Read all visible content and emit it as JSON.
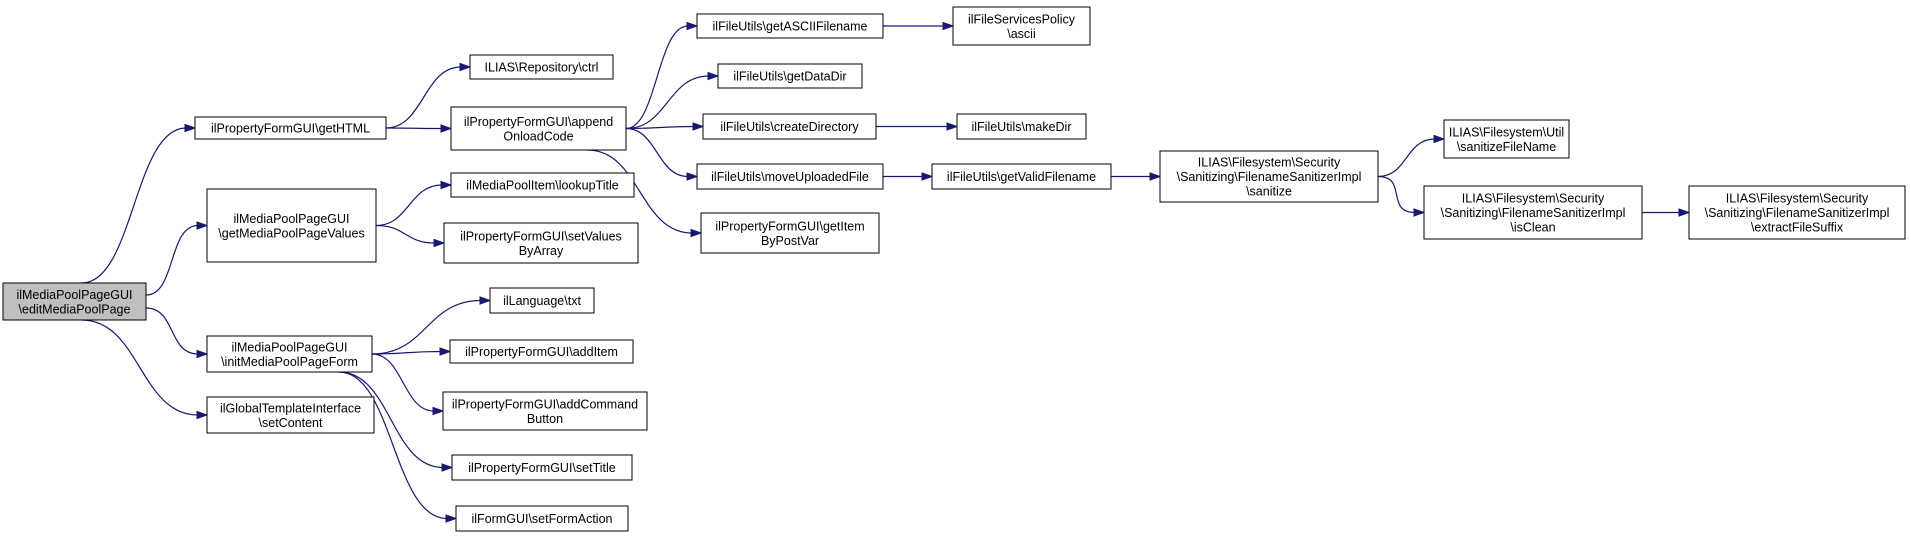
{
  "diagram": {
    "colors": {
      "edge": "#191970",
      "root_fill": "#bfbfbf",
      "node_fill": "#ffffff",
      "border": "#000000"
    },
    "nodes": [
      {
        "id": "root",
        "lines": [
          "ilMediaPoolPageGUI",
          "\\editMediaPoolPage"
        ],
        "root": true
      },
      {
        "id": "getHTML",
        "lines": [
          "ilPropertyFormGUI\\getHTML"
        ]
      },
      {
        "id": "getValues",
        "lines": [
          "ilMediaPoolPageGUI",
          "\\getMediaPoolPageValues"
        ]
      },
      {
        "id": "initForm",
        "lines": [
          "ilMediaPoolPageGUI",
          "\\initMediaPoolPageForm"
        ]
      },
      {
        "id": "setContent",
        "lines": [
          "ilGlobalTemplateInterface",
          "\\setContent"
        ]
      },
      {
        "id": "repoCtrl",
        "lines": [
          "ILIAS\\Repository\\ctrl"
        ]
      },
      {
        "id": "appendOnload",
        "lines": [
          "ilPropertyFormGUI\\append",
          "OnloadCode"
        ]
      },
      {
        "id": "lookupTitle",
        "lines": [
          "ilMediaPoolItem\\lookupTitle"
        ]
      },
      {
        "id": "setValuesByArray",
        "lines": [
          "ilPropertyFormGUI\\setValues",
          "ByArray"
        ]
      },
      {
        "id": "langTxt",
        "lines": [
          "ilLanguage\\txt"
        ]
      },
      {
        "id": "addItem",
        "lines": [
          "ilPropertyFormGUI\\addItem"
        ]
      },
      {
        "id": "addCommand",
        "lines": [
          "ilPropertyFormGUI\\addCommand",
          "Button"
        ]
      },
      {
        "id": "setTitle",
        "lines": [
          "ilPropertyFormGUI\\setTitle"
        ]
      },
      {
        "id": "setFormAction",
        "lines": [
          "ilFormGUI\\setFormAction"
        ]
      },
      {
        "id": "getASCII",
        "lines": [
          "ilFileUtils\\getASCIIFilename"
        ]
      },
      {
        "id": "getDataDir",
        "lines": [
          "ilFileUtils\\getDataDir"
        ]
      },
      {
        "id": "createDir",
        "lines": [
          "ilFileUtils\\createDirectory"
        ]
      },
      {
        "id": "moveUploaded",
        "lines": [
          "ilFileUtils\\moveUploadedFile"
        ]
      },
      {
        "id": "getItemByPost",
        "lines": [
          "ilPropertyFormGUI\\getItem",
          "ByPostVar"
        ]
      },
      {
        "id": "policyAscii",
        "lines": [
          "ilFileServicesPolicy",
          "\\ascii"
        ]
      },
      {
        "id": "makeDir",
        "lines": [
          "ilFileUtils\\makeDir"
        ]
      },
      {
        "id": "getValidFilename",
        "lines": [
          "ilFileUtils\\getValidFilename"
        ]
      },
      {
        "id": "sanitize",
        "lines": [
          "ILIAS\\Filesystem\\Security",
          "\\Sanitizing\\FilenameSanitizerImpl",
          "\\sanitize"
        ]
      },
      {
        "id": "sanitizeFileName",
        "lines": [
          "ILIAS\\Filesystem\\Util",
          "\\sanitizeFileName"
        ]
      },
      {
        "id": "isClean",
        "lines": [
          "ILIAS\\Filesystem\\Security",
          "\\Sanitizing\\FilenameSanitizerImpl",
          "\\isClean"
        ]
      },
      {
        "id": "extractSuffix",
        "lines": [
          "ILIAS\\Filesystem\\Security",
          "\\Sanitizing\\FilenameSanitizerImpl",
          "\\extractFileSuffix"
        ]
      }
    ],
    "edges": [
      [
        "root",
        "getHTML"
      ],
      [
        "root",
        "getValues"
      ],
      [
        "root",
        "initForm"
      ],
      [
        "root",
        "setContent"
      ],
      [
        "getHTML",
        "repoCtrl"
      ],
      [
        "getHTML",
        "appendOnload"
      ],
      [
        "getValues",
        "lookupTitle"
      ],
      [
        "getValues",
        "setValuesByArray"
      ],
      [
        "initForm",
        "langTxt"
      ],
      [
        "initForm",
        "addItem"
      ],
      [
        "initForm",
        "addCommand"
      ],
      [
        "initForm",
        "setTitle"
      ],
      [
        "initForm",
        "setFormAction"
      ],
      [
        "appendOnload",
        "getASCII"
      ],
      [
        "appendOnload",
        "getDataDir"
      ],
      [
        "appendOnload",
        "createDir"
      ],
      [
        "appendOnload",
        "moveUploaded"
      ],
      [
        "appendOnload",
        "getItemByPost"
      ],
      [
        "getASCII",
        "policyAscii"
      ],
      [
        "createDir",
        "makeDir"
      ],
      [
        "moveUploaded",
        "getValidFilename"
      ],
      [
        "getValidFilename",
        "sanitize"
      ],
      [
        "sanitize",
        "sanitizeFileName"
      ],
      [
        "sanitize",
        "isClean"
      ],
      [
        "isClean",
        "extractSuffix"
      ]
    ]
  }
}
